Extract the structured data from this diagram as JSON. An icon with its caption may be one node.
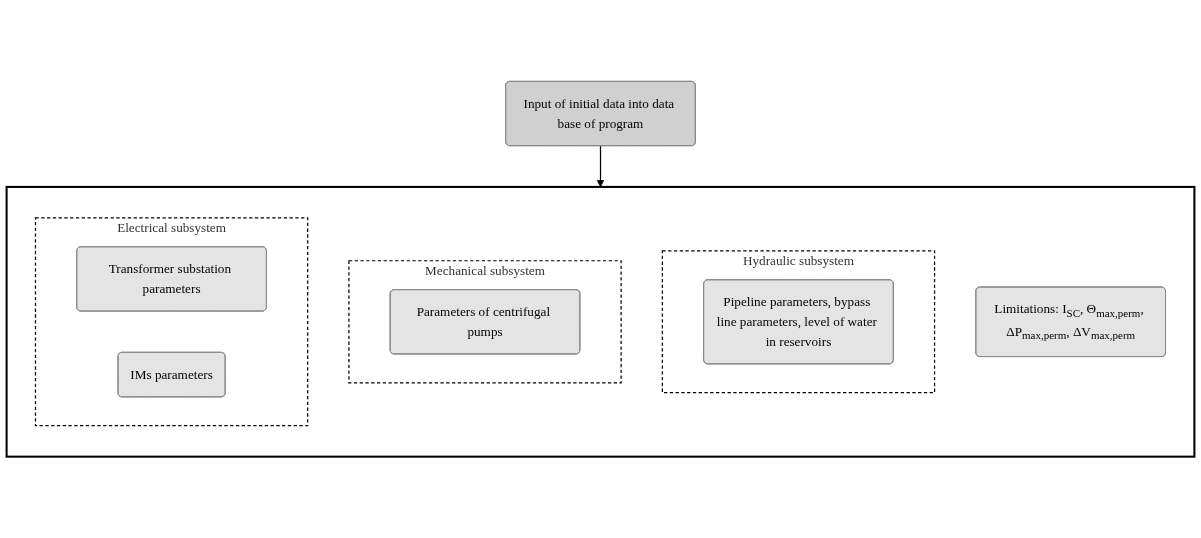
{
  "diagram": {
    "nodes": [
      {
        "text": [
          "Input of initial data into data base of program"
        ]
      },
      {
        "text": [],
        "shape": "box"
      },
      {
        "text": [
          "Electrical subsystem"
        ],
        "in": 1
      },
      {
        "text": [
          "Transformer substation parameters"
        ],
        "in": 2
      },
      {
        "text": [
          "IMs parameters"
        ],
        "in": 2
      },
      {
        "text": [
          "Mechanical subsystem"
        ],
        "in": 1
      },
      {
        "text": [
          "Parameters of centrifugal pumps"
        ],
        "in": 5
      },
      {
        "text": [
          "Limitations: I$_{SC}$, Θ$_{max,perm}$, ΔP$_{max,perm}$, ΔV$_{max,perm}$"
        ],
        "in": 1
      },
      {
        "text": [
          "Hydraulic subsystem"
        ],
        "in": 1
      },
      {
        "text": [
          "Pipeline parameters, bypass line parameters, level of water in reservoirs"
        ],
        "in": 8
      }
    ],
    "edges": [
      {
        "from": 0,
        "to": 1,
        "arrow": "to"
      }
    ]
  }
}
